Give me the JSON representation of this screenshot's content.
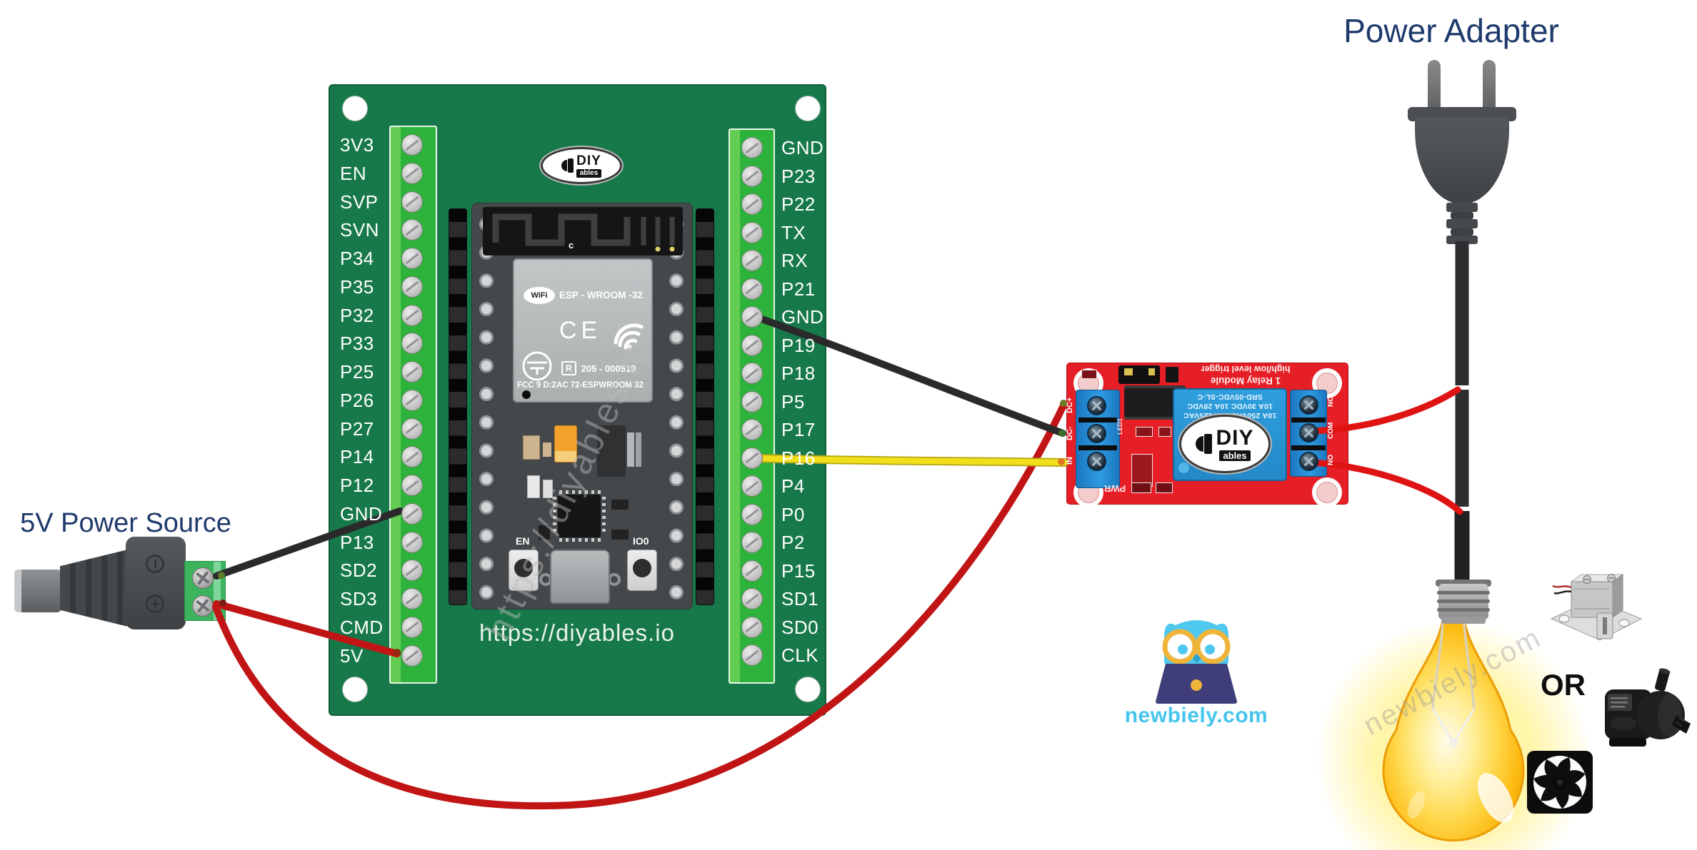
{
  "labels": {
    "power_adapter": "Power Adapter",
    "power_source": "5V Power Source",
    "or": "OR"
  },
  "esp32_board": {
    "url": "https://diyables.io",
    "brand_logo": {
      "line1": "DIY",
      "line2": "ables"
    },
    "left_pins": [
      "3V3",
      "EN",
      "SVP",
      "SVN",
      "P34",
      "P35",
      "P32",
      "P33",
      "P25",
      "P26",
      "P27",
      "P14",
      "P12",
      "GND",
      "P13",
      "SD2",
      "SD3",
      "CMD",
      "5V"
    ],
    "right_pins": [
      "GND",
      "P23",
      "P22",
      "TX",
      "RX",
      "P21",
      "GND",
      "P19",
      "P18",
      "P5",
      "P17",
      "P16",
      "P4",
      "P0",
      "P2",
      "P15",
      "SD1",
      "SD0",
      "CLK"
    ],
    "module": {
      "wifi_logo": "WiFi",
      "name": "ESP - WROOM -32",
      "ce_mark": "CE",
      "r_mark": "R",
      "cert_number": "205 - 000519",
      "fcc_text": "FCC 9 D:2AC 72-ESPWROOM 32",
      "antenna_label": "c",
      "en_button": "EN",
      "boot_button": "IO0"
    }
  },
  "relay_module": {
    "silk_line1": "1 Relay Module",
    "silk_line2": "high/low level trigger",
    "relay_text": [
      "10A 250VAC 10A 125VAC",
      "10A 30VDC 10A 28VDC",
      "SRD-05VDC-SL-C"
    ],
    "brand_logo": {
      "line1": "DIY",
      "line2": "ables"
    },
    "input_terminals": [
      "DC+",
      "DC-",
      "IN"
    ],
    "output_terminals": [
      "NC",
      "COM",
      "NO"
    ],
    "pwr_label": "PWR",
    "led_label": "LED1"
  },
  "newbiely_logo": {
    "text": "newbiely.com"
  },
  "watermarks": {
    "diyables": "https://diyables.io",
    "newbiely": "newbiely.com"
  },
  "wires": [
    {
      "color": "black",
      "from": "5V power source (-)",
      "to": "ESP32 GND (left)"
    },
    {
      "color": "red",
      "from": "5V power source (+)",
      "to": "ESP32 5V"
    },
    {
      "color": "red",
      "from": "5V power source (+)",
      "to": "Relay DC+"
    },
    {
      "color": "black",
      "from": "ESP32 GND (right)",
      "to": "Relay DC-"
    },
    {
      "color": "yellow",
      "from": "ESP32 P16",
      "to": "Relay IN"
    },
    {
      "color": "red",
      "from": "Relay COM",
      "to": "Power adapter cord"
    },
    {
      "color": "red",
      "from": "Relay NO",
      "to": "Load cord"
    }
  ],
  "colors": {
    "board_green": "#17794a",
    "board_edge": "#0e5c38",
    "strip_green": "#2db33c",
    "strip_light": "#63cc52",
    "relay_red": "#e61e26",
    "terminal_blue": "#2792d9",
    "relay_blue": "#2d9ede",
    "wire_black": "#2a2a2c",
    "wire_red": "#c11414",
    "wire_red_bright": "#e01313",
    "wire_yellow": "#f2df1c",
    "label_navy": "#1e3a6c",
    "newbiely_cyan": "#45c5ee",
    "plug_gray": "#4b4e52"
  }
}
